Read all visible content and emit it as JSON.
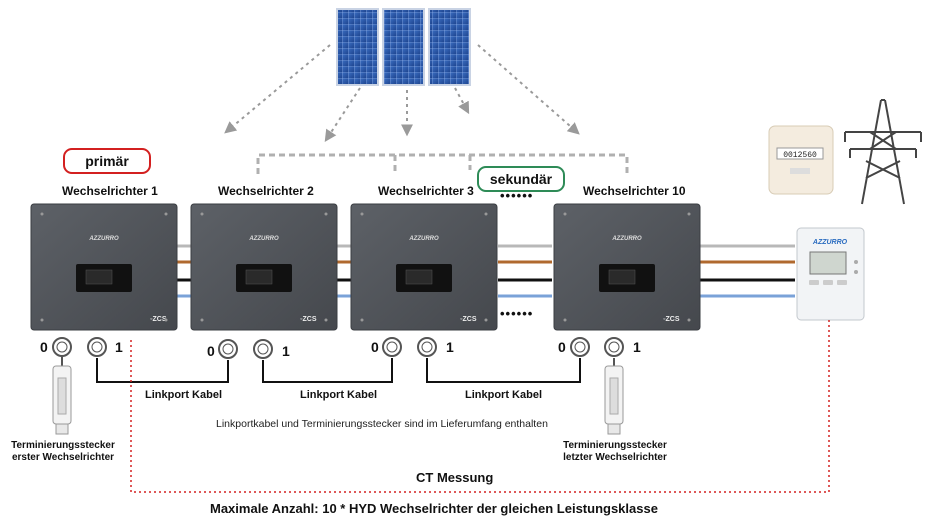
{
  "labels": {
    "primary": "primär",
    "secondary": "sekundär",
    "port_zero": "0",
    "port_one": "1",
    "link_cable": "Linkport Kabel",
    "info_note": "Linkportkabel und Terminierungsstecker sind im Lieferumfang enthalten",
    "terminator_first": [
      "Terminierungsstecker",
      "erster Wechselrichter"
    ],
    "terminator_last": [
      "Terminierungsstecker",
      "letzter Wechselrichter"
    ],
    "ct_measurement": "CT Messung",
    "footer": "Maximale Anzahl: 10 * HYD Wechselrichter der gleichen Leistungsklasse",
    "ellipsis": "••••••"
  },
  "inverters": [
    {
      "title": "Wechselrichter 1",
      "brand": "AZZURRO",
      "logo": "ZCS"
    },
    {
      "title": "Wechselrichter 2",
      "brand": "AZZURRO",
      "logo": "ZCS"
    },
    {
      "title": "Wechselrichter 3",
      "brand": "AZZURRO",
      "logo": "ZCS"
    },
    {
      "title": "Wechselrichter 10",
      "brand": "AZZURRO",
      "logo": "ZCS"
    }
  ],
  "meter": {
    "brand": "AZZURRO"
  },
  "grid_meter": {
    "digits": "0012560"
  },
  "colors": {
    "inverter_body": "#52565c",
    "inverter_edge": "#3a3d42",
    "panel_blue": "#2f5fb0",
    "cable_gray": "#b8b8b8",
    "cable_brown": "#b0692e",
    "cable_black": "#111111",
    "cable_blue": "#7aa2d8",
    "ct_line": "#d32020",
    "primary_border": "#d32020",
    "secondary_border": "#2e8b57",
    "dashed_gray": "#9a9a9a"
  },
  "icons": [
    "solar-panel-icon",
    "inverter-icon",
    "energy-meter-icon",
    "grid-meter-icon",
    "power-pylon-icon",
    "link-port-icon",
    "termination-plug-icon"
  ]
}
